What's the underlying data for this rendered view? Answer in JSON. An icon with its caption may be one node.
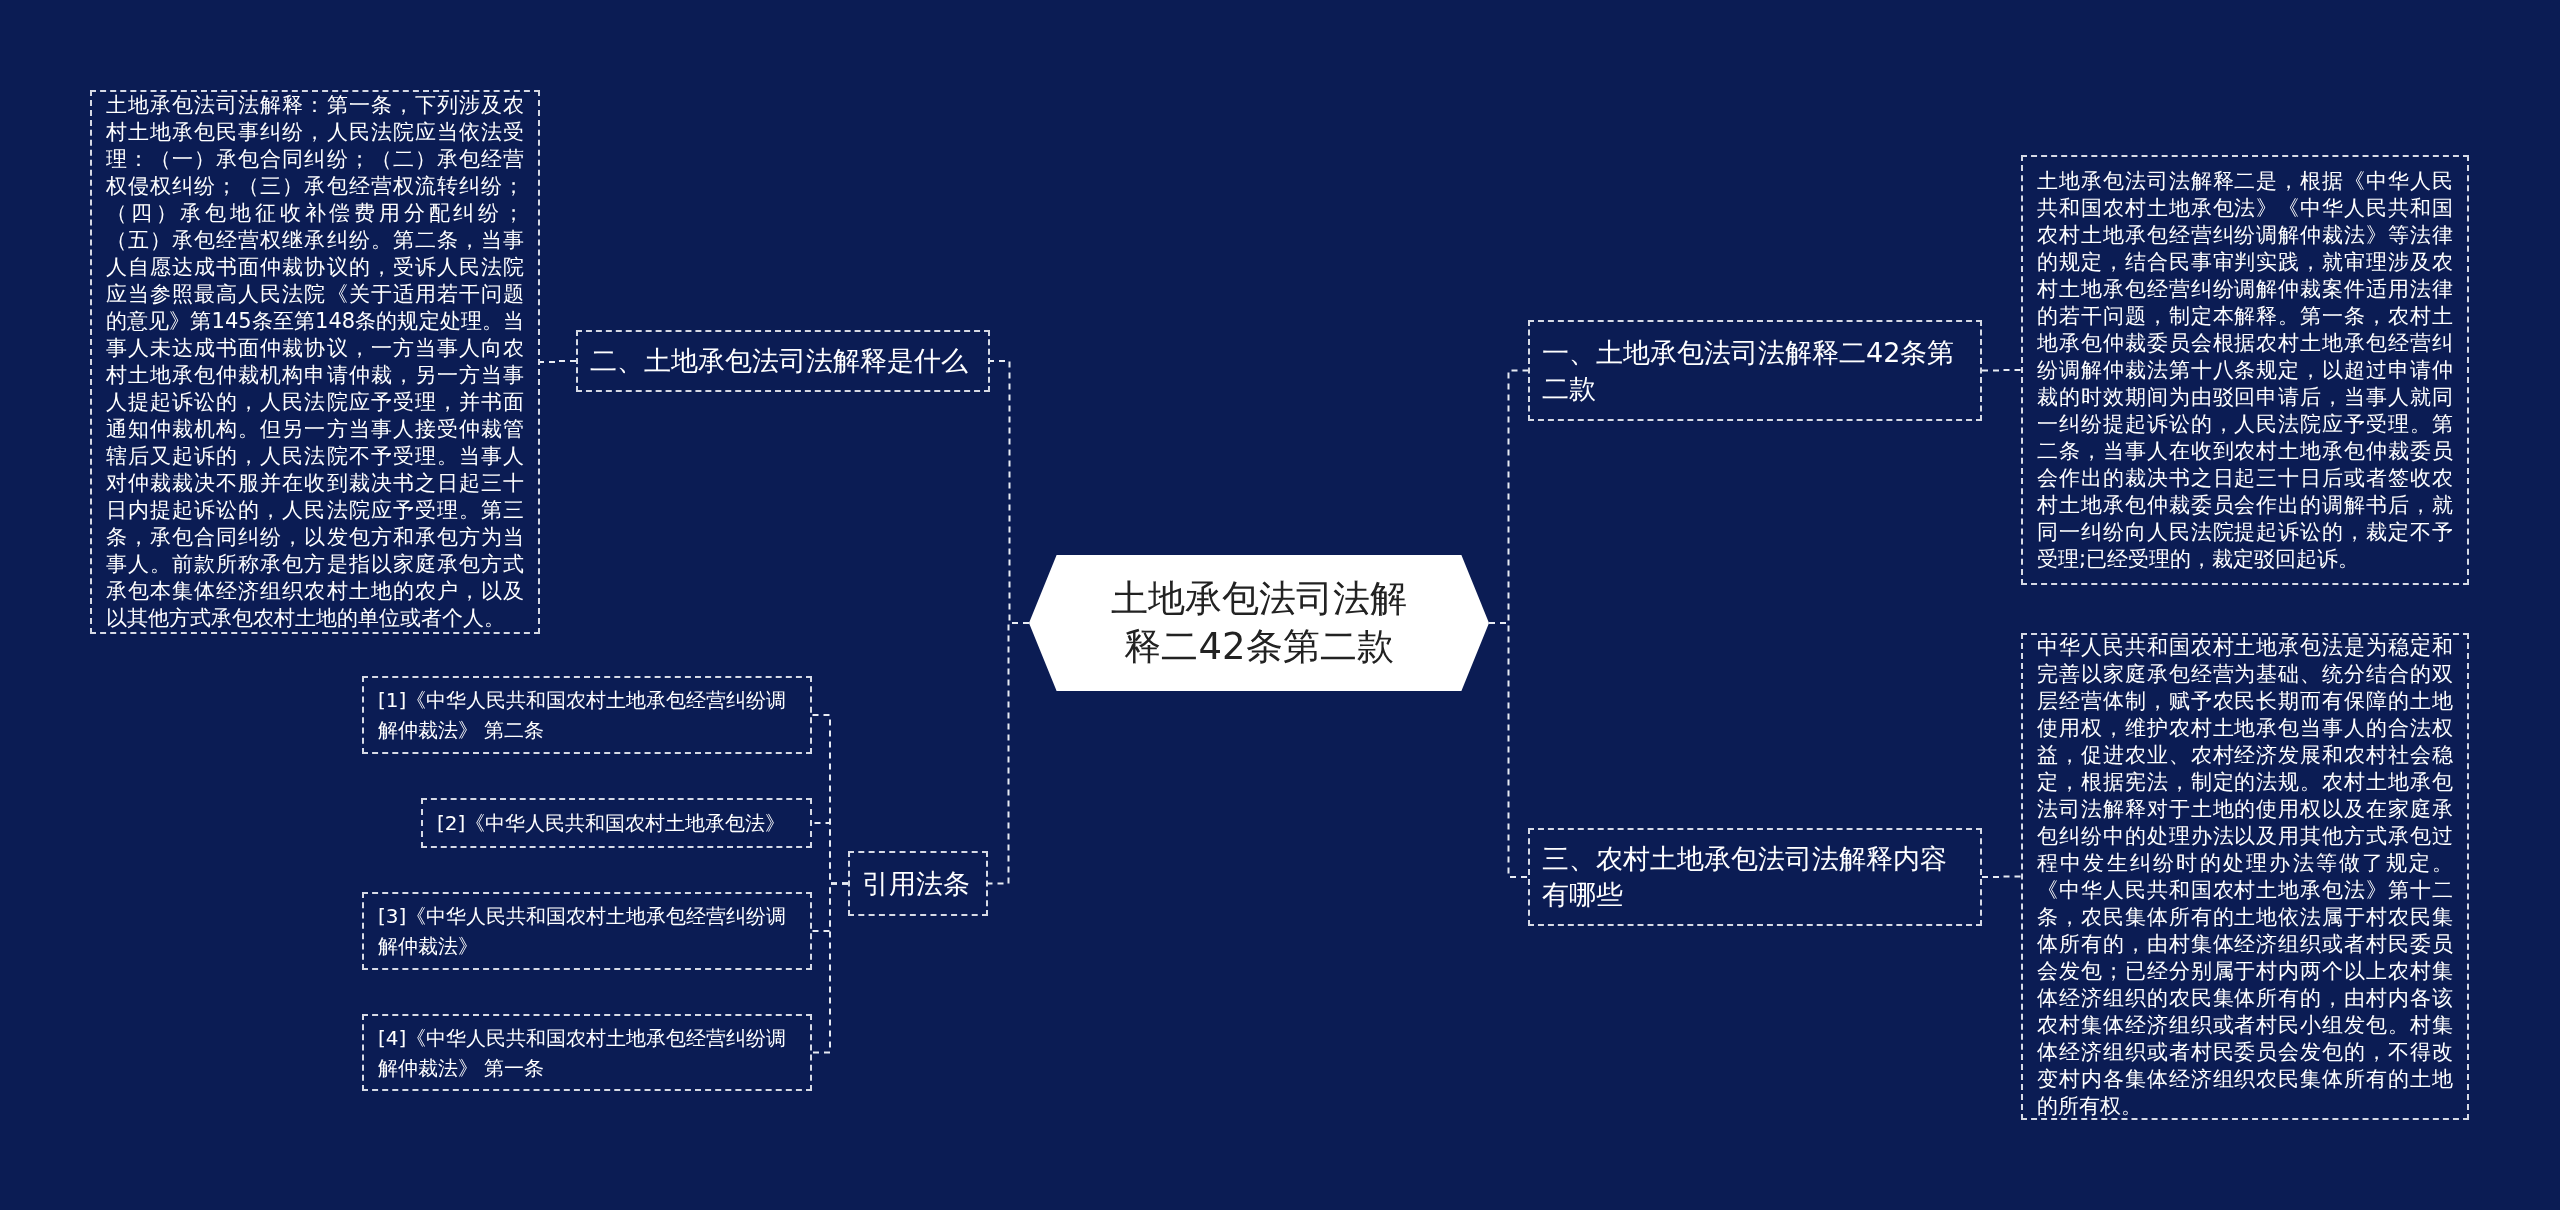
{
  "diagram": {
    "nodes": [
      {
        "text": [
          "土地承包法司法解释二42条第二款"
        ]
      },
      {
        "text": [
          "一、土地承包法司法解释二42条第二款"
        ]
      },
      {
        "text": [
          "土地承包法司法解释二是，根据《中华人民共和国农村土地承包法》《中华人民共和国农村土地承包经营纠纷调解仲裁法》等法律的规定，结合民事审判实践，就审理涉及农村土地承包经营纠纷调解仲裁案件适用法律的若干问题，制定本解释。第一条，农村土地承包仲裁委员会根据农村土地承包经营纠纷调解仲裁法第十八条规定，以超过申请仲裁的时效期间为由驳回申请后，当事人就同一纠纷提起诉讼的，人民法院应予受理。第二条，当事人在收到农村土地承包仲裁委员会作出的裁决书之日起三十日后或者签收农村土地承包仲裁委员会作出的调解书后，就同一纠纷向人民法院提起诉讼的，裁定不予受理;已经受理的，裁定驳回起诉。"
        ]
      },
      {
        "text": [
          "三、农村土地承包法司法解释内容有哪些"
        ]
      },
      {
        "text": [
          "中华人民共和国农村土地承包法是为稳定和完善以家庭承包经营为基础、统分结合的双层经营体制，赋予农民长期而有保障的土地使用权，维护农村土地承包当事人的合法权益，促进农业、农村经济发展和农村社会稳定，根据宪法，制定的法规。农村土地承包法司法解释对于土地的使用权以及在家庭承包纠纷中的处理办法以及用其他方式承包过程中发生纠纷时的处理办法等做了规定。《中华人民共和国农村土地承包法》第十二条，农民集体所有的土地依法属于村农民集体所有的，由村集体经济组织或者村民委员会发包；已经分别属于村内两个以上农村集体经济组织的农民集体所有的，由村内各该农村集体经济组织或者村民小组发包。村集体经济组织或者村民委员会发包的，不得改变村内各集体经济组织农民集体所有的土地的所有权。"
        ]
      },
      {
        "text": [
          "二、土地承包法司法解释是什么"
        ]
      },
      {
        "text": [
          "土地承包法司法解释：第一条，下列涉及农村土地承包民事纠纷，人民法院应当依法受理：（一）承包合同纠纷；（二）承包经营权侵权纠纷；（三）承包经营权流转纠纷；（四）承包地征收补偿费用分配纠纷；（五）承包经营权继承纠纷。第二条，当事人自愿达成书面仲裁协议的，受诉人民法院应当参照最高人民法院《关于适用若干问题的意见》第145条至第148条的规定处理。当事人未达成书面仲裁协议，一方当事人向农村土地承包仲裁机构申请仲裁，另一方当事人提起诉讼的，人民法院应予受理，并书面通知仲裁机构。但另一方当事人接受仲裁管辖后又起诉的，人民法院不予受理。当事人对仲裁裁决不服并在收到裁决书之日起三十日内提起诉讼的，人民法院应予受理。第三条，承包合同纠纷，以发包方和承包方为当事人。前款所称承包方是指以家庭承包方式承包本集体经济组织农村土地的农户，以及以其他方式承包农村土地的单位或者个人。"
        ]
      },
      {
        "text": [
          "引用法条"
        ]
      },
      {
        "text": [
          "[1]《中华人民共和国农村土地承包经营纠纷调解仲裁法》 第二条"
        ]
      },
      {
        "text": [
          "[2]《中华人民共和国农村土地承包法》"
        ]
      },
      {
        "text": [
          "[3]《中华人民共和国农村土地承包经营纠纷调解仲裁法》"
        ]
      },
      {
        "text": [
          "[4]《中华人民共和国农村土地承包经营纠纷调解仲裁法》 第一条"
        ]
      }
    ],
    "edges": [
      {
        "from": 0,
        "to": 1,
        "arrow": "none",
        "style": "dashed"
      },
      {
        "from": 1,
        "to": 2,
        "arrow": "none",
        "style": "dashed"
      },
      {
        "from": 0,
        "to": 3,
        "arrow": "none",
        "style": "dashed"
      },
      {
        "from": 3,
        "to": 4,
        "arrow": "none",
        "style": "dashed"
      },
      {
        "from": 0,
        "to": 5,
        "arrow": "none",
        "style": "dashed"
      },
      {
        "from": 5,
        "to": 6,
        "arrow": "none",
        "style": "dashed"
      },
      {
        "from": 0,
        "to": 7,
        "arrow": "none",
        "style": "dashed"
      },
      {
        "from": 7,
        "to": 8,
        "arrow": "none",
        "style": "dashed"
      },
      {
        "from": 7,
        "to": 9,
        "arrow": "none",
        "style": "dashed"
      },
      {
        "from": 7,
        "to": 10,
        "arrow": "none",
        "style": "dashed"
      },
      {
        "from": 7,
        "to": 11,
        "arrow": "none",
        "style": "dashed"
      }
    ]
  }
}
